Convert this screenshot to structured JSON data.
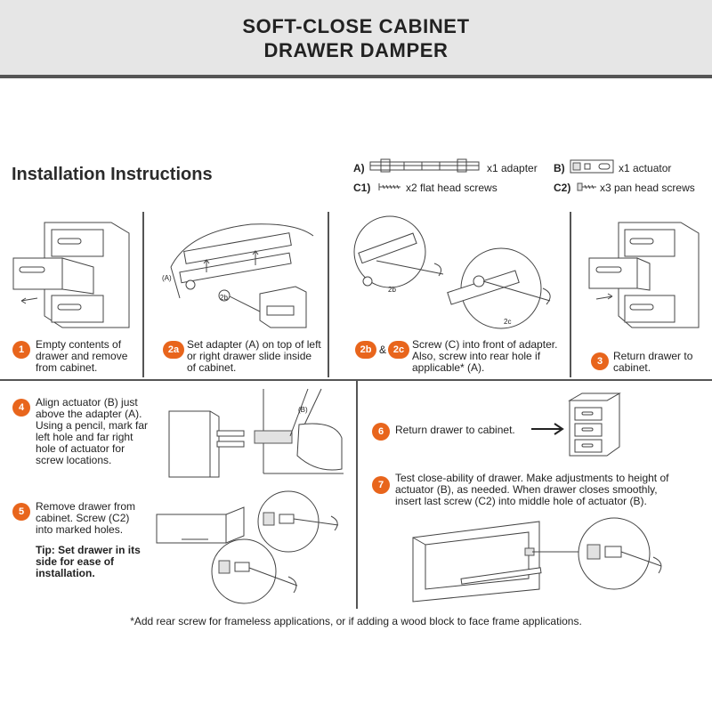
{
  "header": {
    "line1": "SOFT-CLOSE CABINET",
    "line2": "DRAWER DAMPER"
  },
  "title": "Installation Instructions",
  "parts": {
    "a_code": "A)",
    "a_text": "x1 adapter",
    "b_code": "B)",
    "b_text": "x1 actuator",
    "c1_code": "C1)",
    "c1_text": "x2 flat head screws",
    "c2_code": "C2)",
    "c2_text": "x3 pan head screws"
  },
  "steps": {
    "s1": {
      "badge": "1",
      "text": "Empty contents of drawer and remove from cabinet."
    },
    "s2a": {
      "badge": "2a",
      "text": "Set adapter (A) on top of left or right drawer slide inside of cabinet."
    },
    "s2bc": {
      "badge_b": "2b",
      "amp": "&",
      "badge_c": "2c",
      "text": "Screw (C) into front of adapter. Also, screw into rear hole if applicable* (A)."
    },
    "s3": {
      "badge": "3",
      "text": "Return drawer to cabinet."
    },
    "s4": {
      "badge": "4",
      "text": "Align actuator (B) just above the adapter (A). Using a pencil, mark far left hole and far right hole of actuator for screw locations."
    },
    "s5": {
      "badge": "5",
      "text": "Remove drawer from cabinet. Screw (C2) into marked holes.",
      "tip": "Tip: Set drawer in its side for ease of installation."
    },
    "s6": {
      "badge": "6",
      "text": "Return drawer to cabinet."
    },
    "s7": {
      "badge": "7",
      "text": "Test close-ability of drawer. Make adjustments to height of actuator (B), as needed. When drawer closes smoothly, insert last screw (C2) into middle hole of actuator (B)."
    }
  },
  "diagram_labels": {
    "a": "(A)",
    "b": "(B)",
    "d2b": "2b",
    "d2c": "2c"
  },
  "footnote": "*Add rear screw for frameless applications, or if adding a wood block to face frame applications.",
  "colors": {
    "accent": "#e8651c",
    "header_bg": "#e6e6e6",
    "rule": "#555555"
  }
}
